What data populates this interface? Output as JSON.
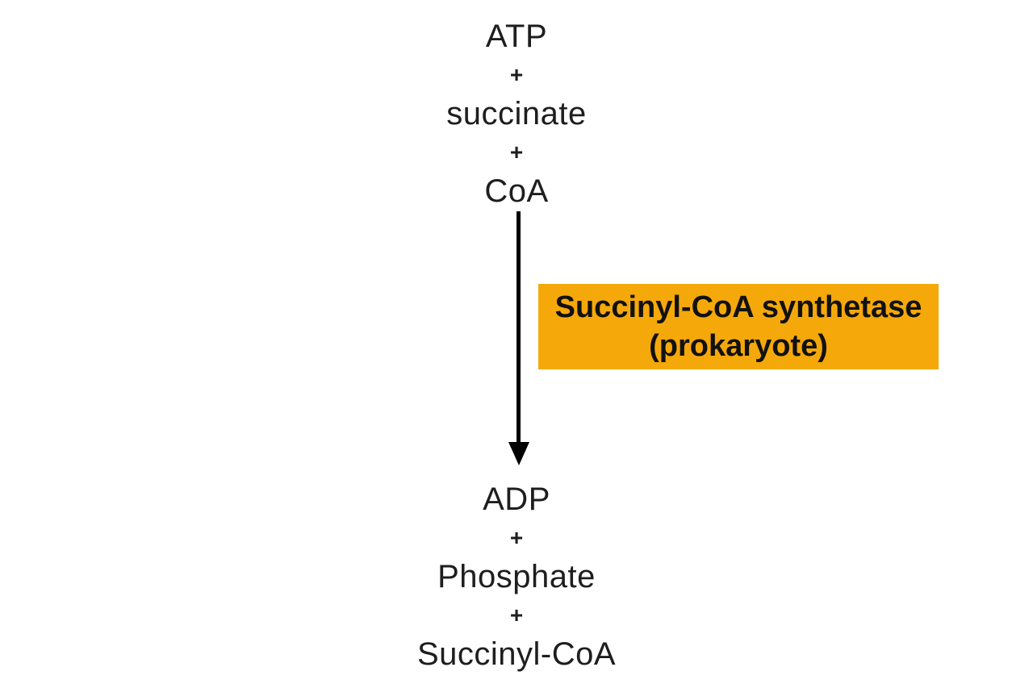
{
  "diagram": {
    "plus": "+",
    "reactants": [
      "ATP",
      "succinate",
      "CoA"
    ],
    "products": [
      "ADP",
      "Phosphate",
      "Succinyl-CoA"
    ],
    "enzyme": {
      "line1": "Succinyl-CoA synthetase",
      "line2": "(prokaryote)"
    },
    "arrow": {
      "direction": "down"
    },
    "colors": {
      "background": "#ffffff",
      "text": "#1e1e1e",
      "arrow": "#000000",
      "enzyme_bg": "#F5A80A",
      "enzyme_text": "#111111"
    }
  }
}
